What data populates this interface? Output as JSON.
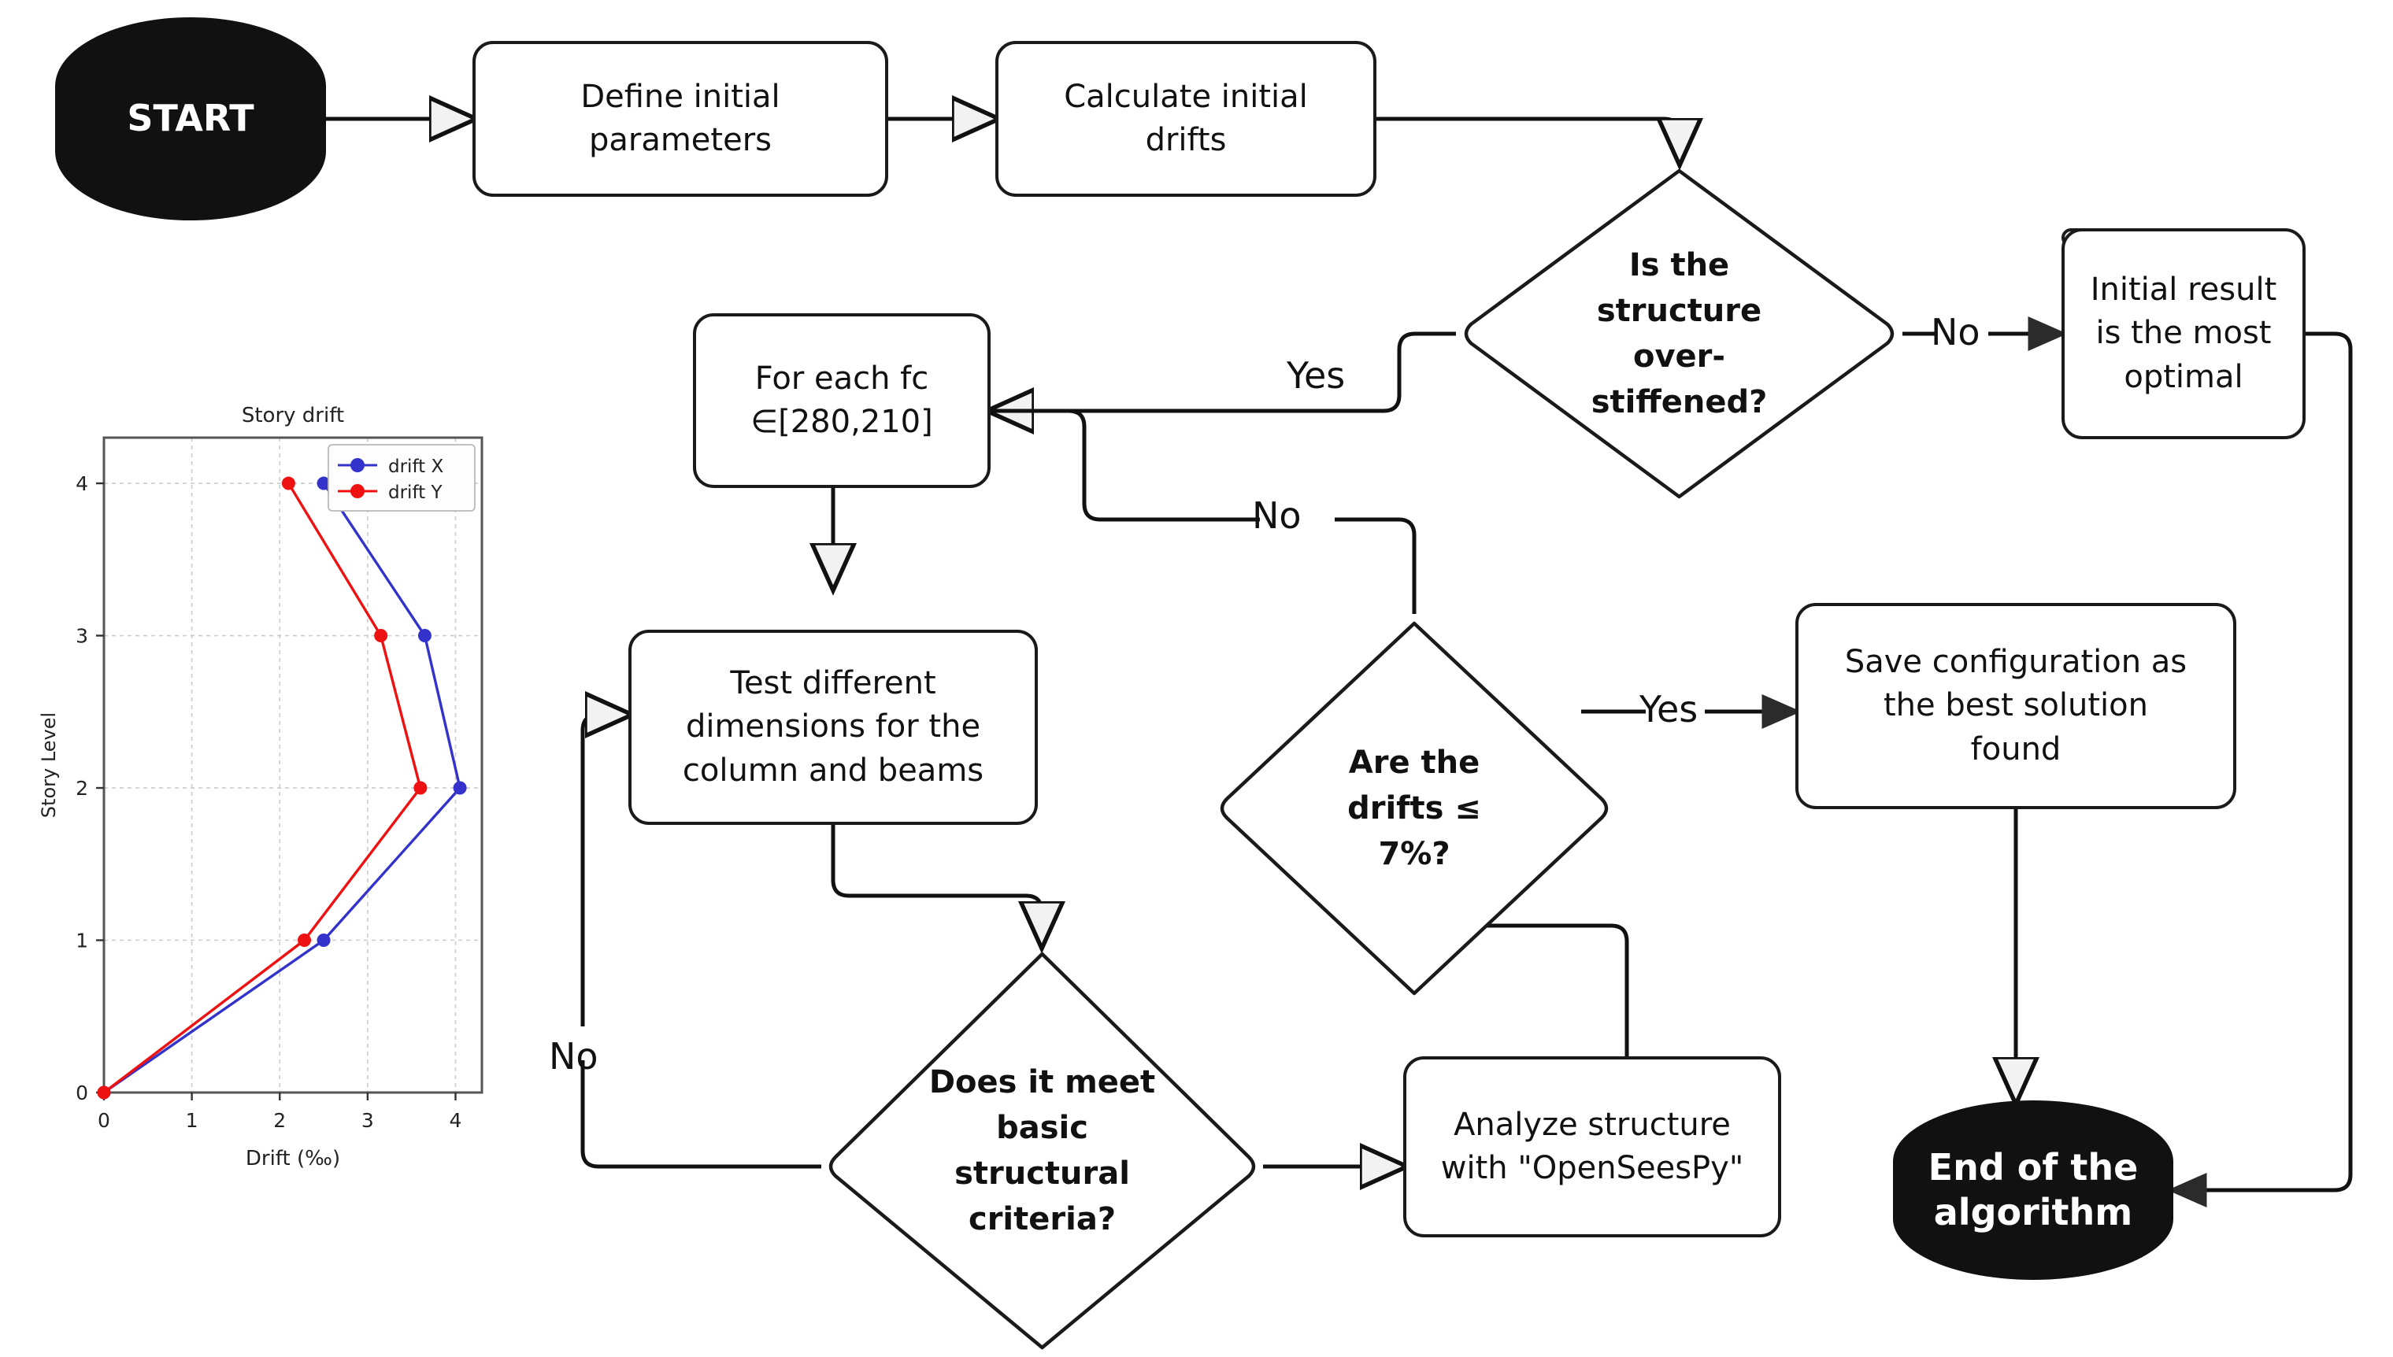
{
  "nodes": {
    "start": "START",
    "define_params": "Define initial\nparameters",
    "calc_drifts": "Calculate initial\ndrifts",
    "overstiff": "Is the\nstructure\nover-\nstiffened?",
    "initial_optimal": "Initial result\nis the most\noptimal",
    "for_each_fc": "For each fc\n∈[280,210]",
    "test_dims": "Test different\ndimensions for the\ncolumn and beams",
    "drifts_q": "Are the\ndrifts ≤\n7%?",
    "save_cfg": "Save configuration as\nthe best solution\nfound",
    "criteria_q": "Does it meet\nbasic\nstructural\ncriteria?",
    "analyze": "Analyze structure\nwith \"OpenSeesPy\"",
    "end": "End of the\nalgorithm"
  },
  "edge_labels": {
    "overstiff_no": "No",
    "overstiff_yes": "Yes",
    "drifts_no": "No",
    "drifts_yes": "Yes",
    "criteria_no": "No"
  },
  "colors": {
    "node_stroke": "#1a1a1a",
    "terminator_fill": "#111111",
    "terminator_text": "#ffffff",
    "edge_stroke": "#111111",
    "series_x": "#3333cc",
    "series_y": "#ee1111",
    "chart_axis": "#555555",
    "chart_grid": "#cccccc"
  },
  "chart_data": {
    "type": "line",
    "title": "Story drift",
    "xlabel": "Drift (‰)",
    "ylabel": "Story Level",
    "xlim": [
      0,
      4.3
    ],
    "ylim": [
      0,
      4.3
    ],
    "xticks": [
      0,
      1,
      2,
      3,
      4
    ],
    "yticks": [
      0,
      1,
      2,
      3,
      4
    ],
    "xticklabels": [
      "0",
      "1",
      "2",
      "3",
      "4"
    ],
    "yticklabels": [
      "0",
      "1",
      "2",
      "3",
      "4"
    ],
    "grid": true,
    "legend_position": "upper right",
    "series": [
      {
        "name": "drift X",
        "color": "#3333cc",
        "x": [
          0,
          2.5,
          4.05,
          3.65,
          2.5
        ],
        "y": [
          0,
          1,
          2,
          3,
          4
        ]
      },
      {
        "name": "drift Y",
        "color": "#ee1111",
        "x": [
          0,
          2.28,
          3.6,
          3.15,
          2.1
        ],
        "y": [
          0,
          1,
          2,
          3,
          4
        ]
      }
    ]
  }
}
